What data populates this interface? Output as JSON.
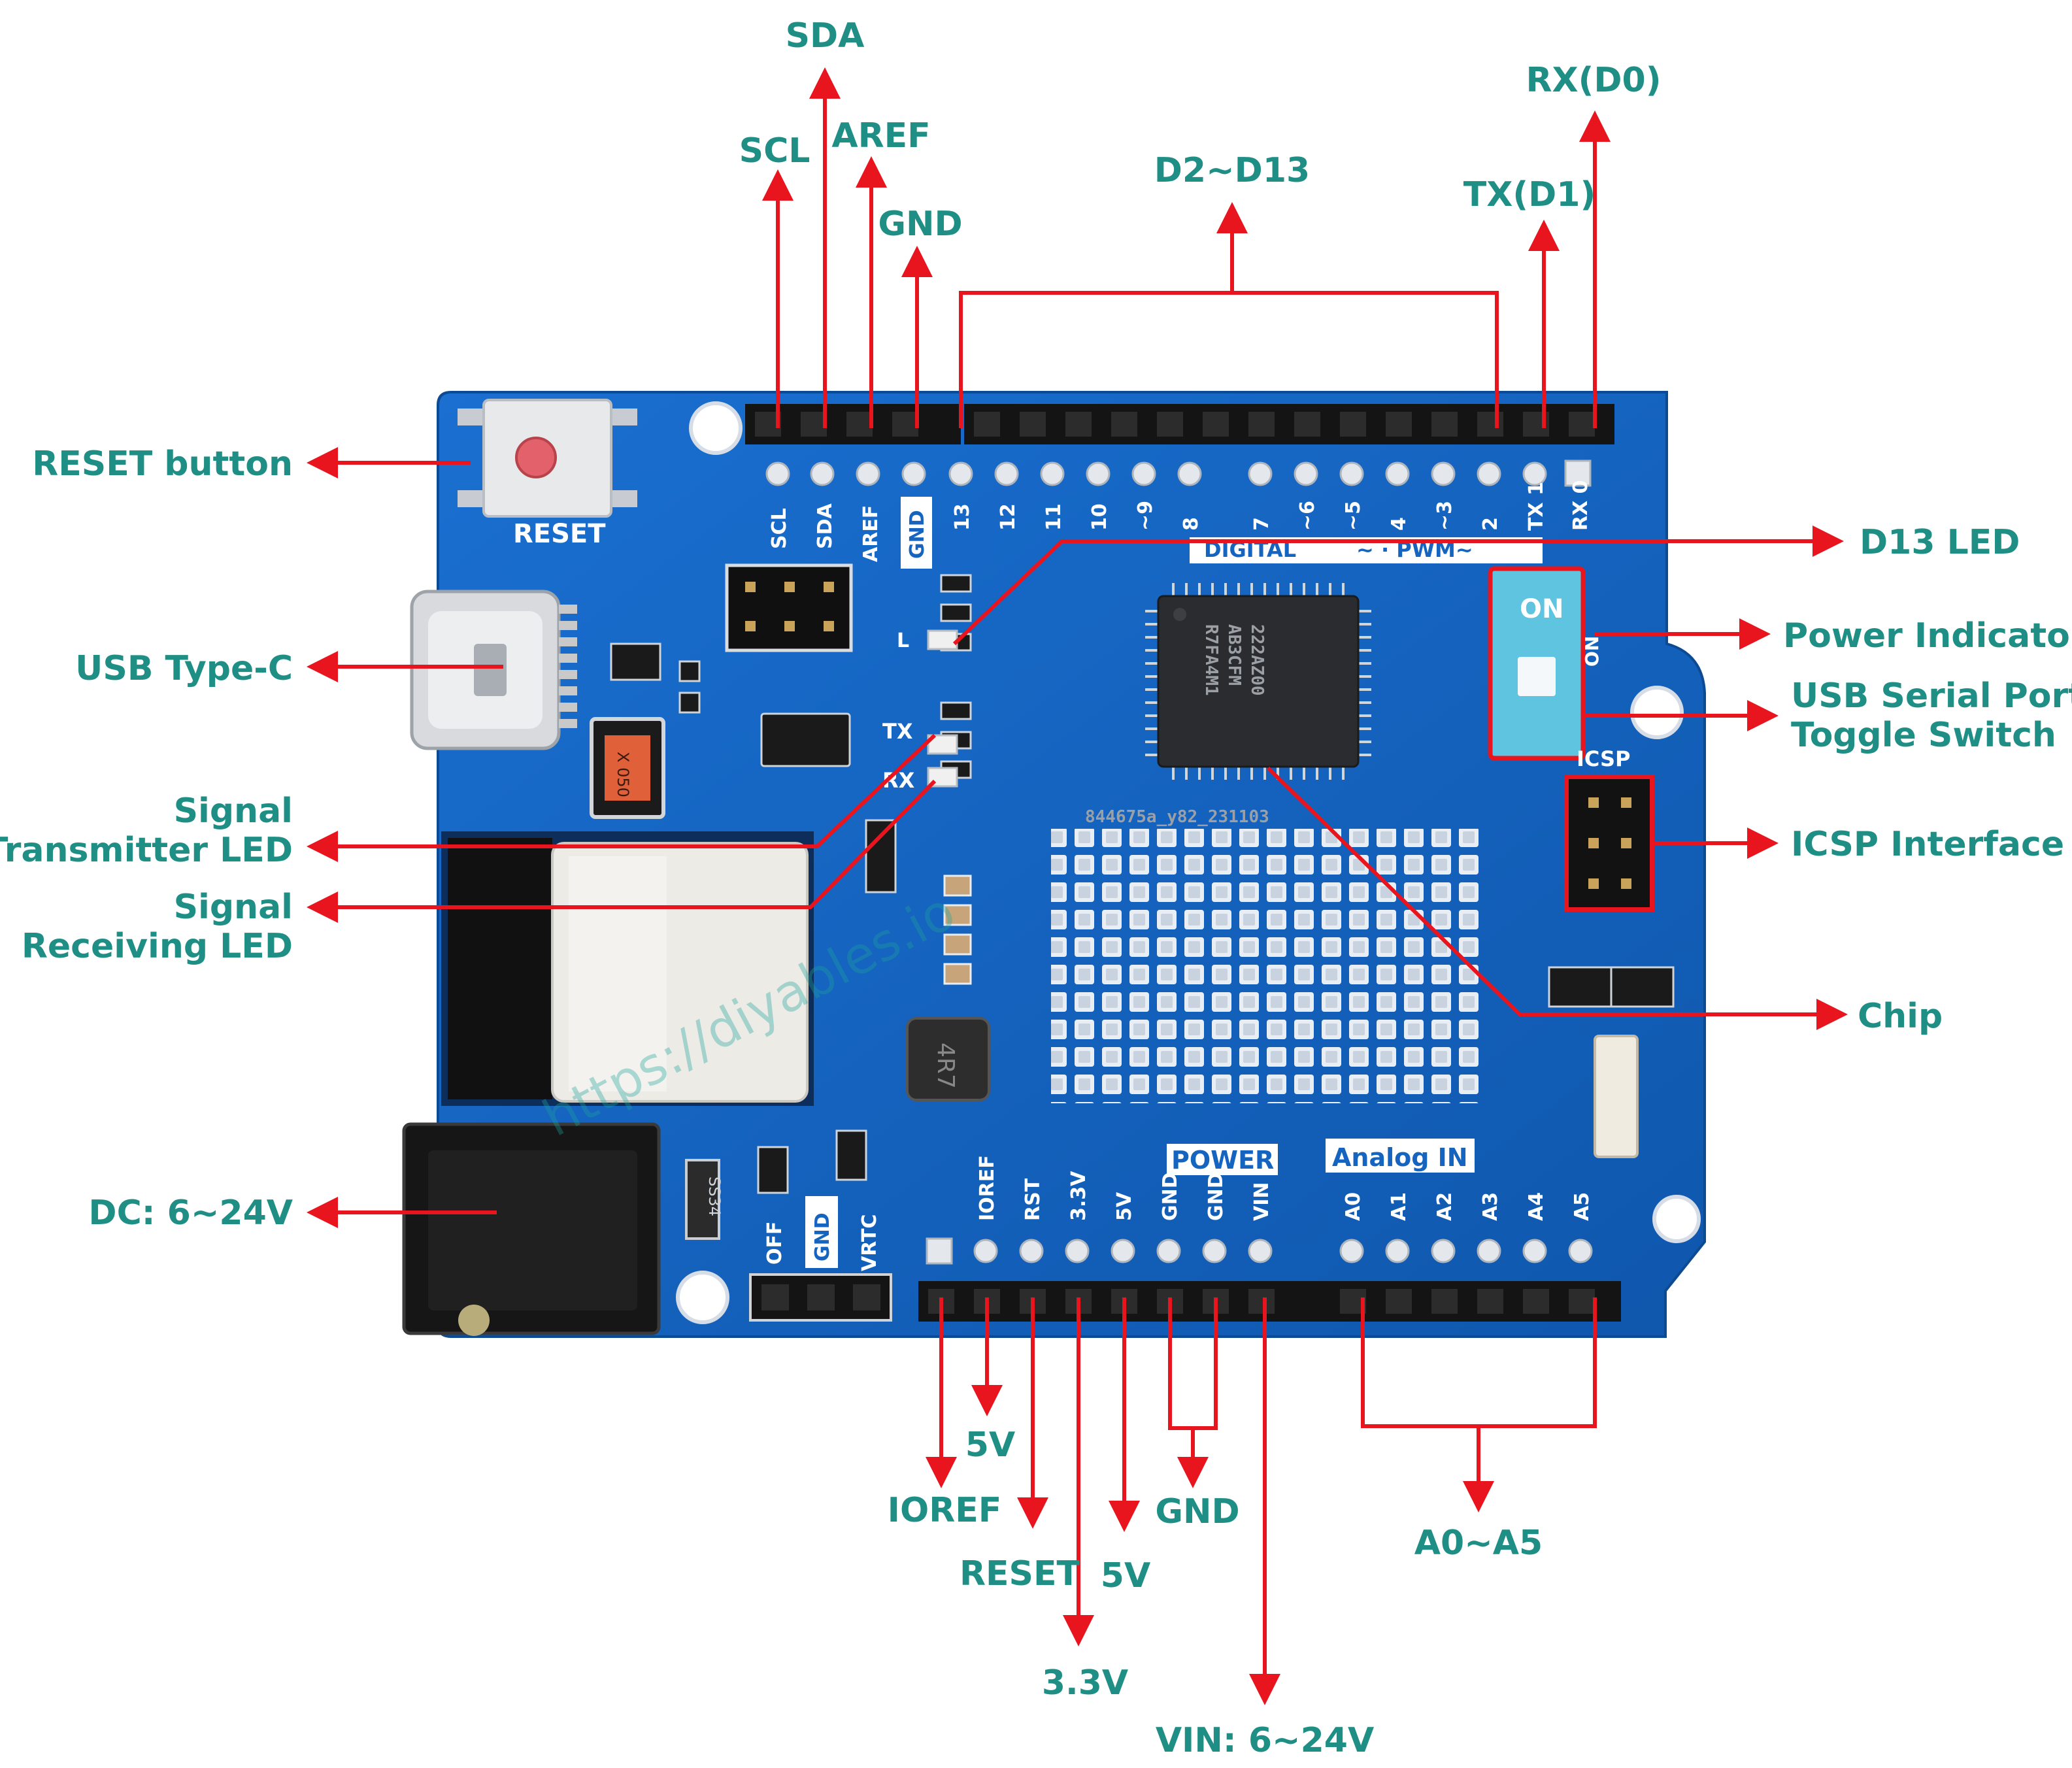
{
  "callouts": {
    "sda": "SDA",
    "scl": "SCL",
    "aref": "AREF",
    "gnd_top": "GND",
    "d2_d13": "D2~D13",
    "tx_d1": "TX(D1)",
    "rx_d0": "RX(D0)",
    "reset_button": "RESET button",
    "usb_typec": "USB Type-C",
    "signal_tx_line1": "Signal",
    "signal_tx_line2": "Transmitter LED",
    "signal_rx_line1": "Signal",
    "signal_rx_line2": "Receiving LED",
    "dc_in": "DC: 6~24V",
    "d13_led": "D13 LED",
    "power_indicator": "Power Indicator",
    "usb_toggle_line1": "USB Serial Port",
    "usb_toggle_line2": "Toggle Switch",
    "icsp_interface": "ICSP Interface",
    "chip": "Chip",
    "five_v_a": "5V",
    "ioref": "IOREF",
    "gnd_bottom": "GND",
    "reset": "RESET",
    "five_v_b": "5V",
    "three_v3": "3.3V",
    "vin": "VIN: 6~24V",
    "a0_a5": "A0~A5"
  },
  "silkscreen": {
    "reset": "RESET",
    "scl": "SCL",
    "sda": "SDA",
    "aref": "AREF",
    "gnd_top": "GND",
    "digital": "DIGITAL",
    "pwm": "~ · PWM~",
    "digital_pins": [
      "13",
      "12",
      "11",
      "10",
      "~9",
      "8",
      "7",
      "~6",
      "~5",
      "4",
      "~3",
      "2",
      "TX 1",
      "RX 0"
    ],
    "l": "L",
    "tx": "TX",
    "rx": "RX",
    "on_switch": "ON",
    "on_led": "ON",
    "icsp": "ICSP",
    "power": "POWER",
    "analog_in": "Analog IN",
    "power_pins": [
      "IOREF",
      "RST",
      "3.3V",
      "5V",
      "GND",
      "GND",
      "VIN"
    ],
    "analog_pins": [
      "A0",
      "A1",
      "A2",
      "A3",
      "A4",
      "A5"
    ],
    "off": "OFF",
    "gnd_sel": "GND",
    "vrtc": "VRTC",
    "board_code": "844675a_y82_231103",
    "chip_mark_1": "R7FA4M1",
    "chip_mark_2": "AB3CFM",
    "chip_mark_3": "222AZ00",
    "diode": "SS34",
    "inductor": "4R7",
    "fuse": "X 050"
  },
  "watermark": "https://diyables.io",
  "colors": {
    "board": "#1565c0",
    "label": "#1f8f86",
    "arrow": "#e8141e",
    "highlight": "#e8141e"
  }
}
